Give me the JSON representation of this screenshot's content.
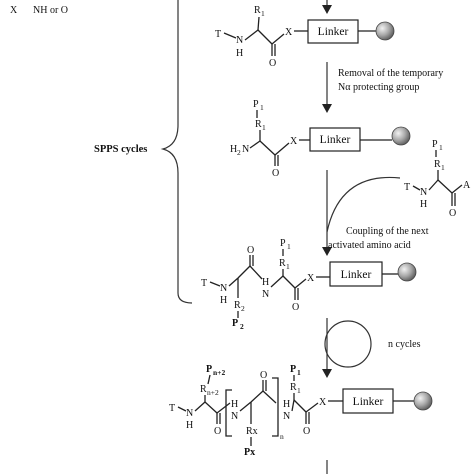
{
  "legend": {
    "symbol": "X",
    "meaning": "NH or O"
  },
  "cycles_label": "SPPS cycles",
  "linker_label": "Linker",
  "steps": {
    "removal_line1": "Removal of the temporary",
    "removal_line2": "Nα protecting group",
    "coupling_line1": "Coupling of the next",
    "coupling_line2": "activated amino acid",
    "repeat": "n cycles"
  },
  "atoms": {
    "t": "T",
    "nh_n": "N",
    "nh_h": "H",
    "h2n": "H",
    "h2n_2": "2",
    "h2n_n": "N",
    "x": "X",
    "o": "O",
    "a": "A",
    "p": "P",
    "r": "R",
    "p1_sub": "1",
    "r1_sub": "1",
    "p2": "P",
    "p2_sub": "2",
    "r2": "R",
    "r2_sub": "2",
    "pn2_sub": "n+2",
    "rn2_sub": "n+2",
    "rx": "Rx",
    "px": "Px",
    "n_sub": "n"
  }
}
